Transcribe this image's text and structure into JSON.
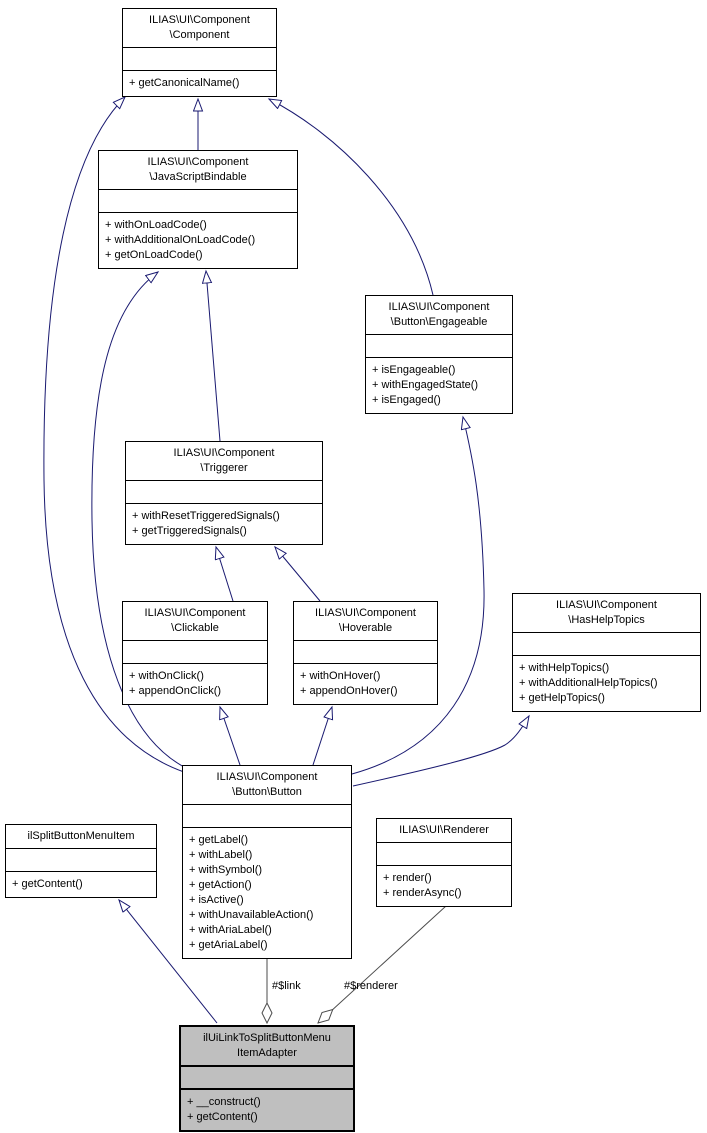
{
  "classes": {
    "component": {
      "title": "ILIAS\\UI\\Component\n\\Component",
      "methods": [
        "+ getCanonicalName()"
      ]
    },
    "javascriptbindable": {
      "title": "ILIAS\\UI\\Component\n\\JavaScriptBindable",
      "methods": [
        "+ withOnLoadCode()",
        "+ withAdditionalOnLoadCode()",
        "+ getOnLoadCode()"
      ]
    },
    "engageable": {
      "title": "ILIAS\\UI\\Component\n\\Button\\Engageable",
      "methods": [
        "+ isEngageable()",
        "+ withEngagedState()",
        "+ isEngaged()"
      ]
    },
    "triggerer": {
      "title": "ILIAS\\UI\\Component\n\\Triggerer",
      "methods": [
        "+ withResetTriggeredSignals()",
        "+ getTriggeredSignals()"
      ]
    },
    "clickable": {
      "title": "ILIAS\\UI\\Component\n\\Clickable",
      "methods": [
        "+ withOnClick()",
        "+ appendOnClick()"
      ]
    },
    "hoverable": {
      "title": "ILIAS\\UI\\Component\n\\Hoverable",
      "methods": [
        "+ withOnHover()",
        "+ appendOnHover()"
      ]
    },
    "hashelptopics": {
      "title": "ILIAS\\UI\\Component\n\\HasHelpTopics",
      "methods": [
        "+ withHelpTopics()",
        "+ withAdditionalHelpTopics()",
        "+ getHelpTopics()"
      ]
    },
    "button": {
      "title": "ILIAS\\UI\\Component\n\\Button\\Button",
      "methods": [
        "+ getLabel()",
        "+ withLabel()",
        "+ withSymbol()",
        "+ getAction()",
        "+ isActive()",
        "+ withUnavailableAction()",
        "+ withAriaLabel()",
        "+ getAriaLabel()"
      ]
    },
    "ilsplitbuttonmenuitem": {
      "title": "ilSplitButtonMenuItem",
      "methods": [
        "+ getContent()"
      ]
    },
    "renderer": {
      "title": "ILIAS\\UI\\Renderer",
      "methods": [
        "+ render()",
        "+ renderAsync()"
      ]
    },
    "adapter": {
      "title": "ilUiLinkToSplitButtonMenu\nItemAdapter",
      "methods": [
        "+ __construct()",
        "+ getContent()"
      ]
    }
  },
  "edge_labels": {
    "link": "#$link",
    "renderer": "#$renderer"
  },
  "relationships": [
    {
      "from": "ILIAS\\UI\\Component\\JavaScriptBindable",
      "to": "ILIAS\\UI\\Component\\Component",
      "type": "inheritance"
    },
    {
      "from": "ILIAS\\UI\\Component\\Button\\Engageable",
      "to": "ILIAS\\UI\\Component\\Component",
      "type": "inheritance"
    },
    {
      "from": "ILIAS\\UI\\Component\\Triggerer",
      "to": "ILIAS\\UI\\Component\\JavaScriptBindable",
      "type": "inheritance"
    },
    {
      "from": "ILIAS\\UI\\Component\\Clickable",
      "to": "ILIAS\\UI\\Component\\Triggerer",
      "type": "inheritance"
    },
    {
      "from": "ILIAS\\UI\\Component\\Hoverable",
      "to": "ILIAS\\UI\\Component\\Triggerer",
      "type": "inheritance"
    },
    {
      "from": "ILIAS\\UI\\Component\\Button\\Button",
      "to": "ILIAS\\UI\\Component\\Component",
      "type": "inheritance"
    },
    {
      "from": "ILIAS\\UI\\Component\\Button\\Button",
      "to": "ILIAS\\UI\\Component\\JavaScriptBindable",
      "type": "inheritance"
    },
    {
      "from": "ILIAS\\UI\\Component\\Button\\Button",
      "to": "ILIAS\\UI\\Component\\Clickable",
      "type": "inheritance"
    },
    {
      "from": "ILIAS\\UI\\Component\\Button\\Button",
      "to": "ILIAS\\UI\\Component\\Hoverable",
      "type": "inheritance"
    },
    {
      "from": "ILIAS\\UI\\Component\\Button\\Button",
      "to": "ILIAS\\UI\\Component\\Button\\Engageable",
      "type": "inheritance"
    },
    {
      "from": "ILIAS\\UI\\Component\\Button\\Button",
      "to": "ILIAS\\UI\\Component\\HasHelpTopics",
      "type": "inheritance"
    },
    {
      "from": "ilUiLinkToSplitButtonMenuItemAdapter",
      "to": "ilSplitButtonMenuItem",
      "type": "inheritance"
    },
    {
      "from": "ilUiLinkToSplitButtonMenuItemAdapter",
      "to": "ILIAS\\UI\\Component\\Button\\Button",
      "type": "aggregation",
      "label": "#$link"
    },
    {
      "from": "ilUiLinkToSplitButtonMenuItemAdapter",
      "to": "ILIAS\\UI\\Renderer",
      "type": "aggregation",
      "label": "#$renderer"
    }
  ],
  "colors": {
    "inheritance": "#191970",
    "aggregation": "#4b4b4b",
    "box_border": "#000000",
    "box_fill": "#ffffff",
    "highlight_fill": "#bfbfbf",
    "background": "#ffffff"
  }
}
